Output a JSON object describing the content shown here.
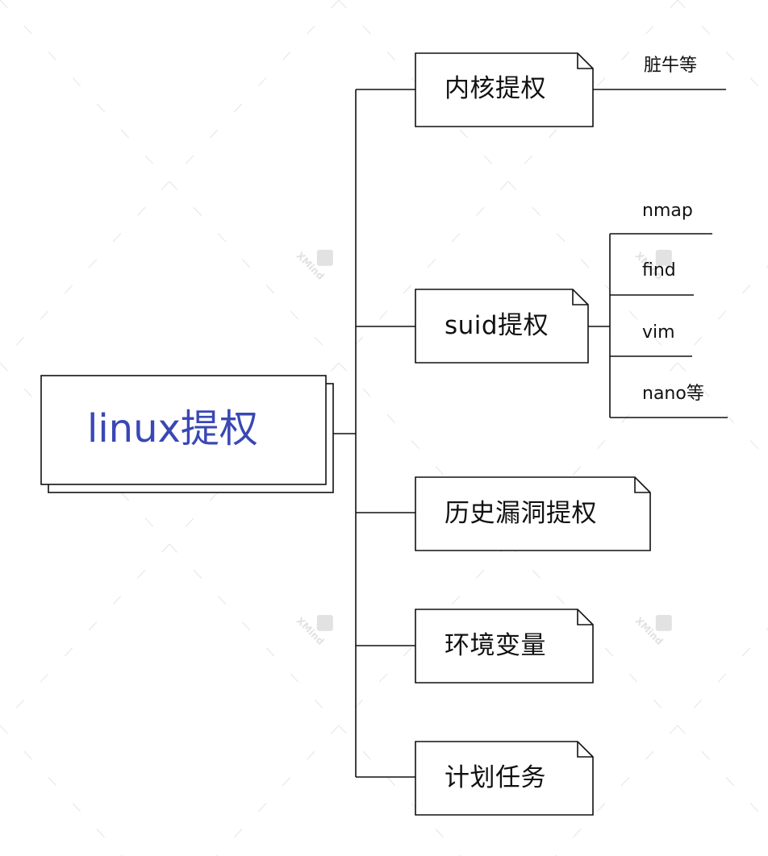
{
  "mindmap": {
    "root": {
      "label": "linux提权"
    },
    "topics": [
      {
        "label": "内核提权",
        "children": [
          "脏牛等"
        ]
      },
      {
        "label": "suid提权",
        "children": [
          "nmap",
          "find",
          "vim",
          "nano等"
        ]
      },
      {
        "label": "历史漏洞提权",
        "children": []
      },
      {
        "label": "环境变量",
        "children": []
      },
      {
        "label": "计划任务",
        "children": []
      }
    ]
  },
  "watermark": {
    "text": "XMind"
  },
  "colors": {
    "root_text": "#3a47b5",
    "line": "#111111",
    "topic_border": "#111111",
    "watermark": "#e6e6e6"
  }
}
